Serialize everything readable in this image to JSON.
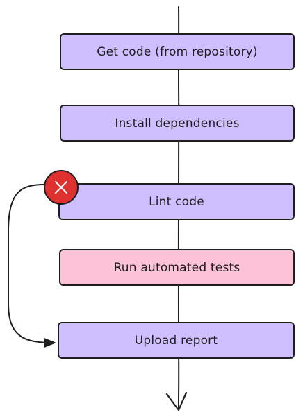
{
  "pipeline": {
    "steps": [
      {
        "label": "Get code (from repository)",
        "color": "#d0bfff"
      },
      {
        "label": "Install dependencies",
        "color": "#d0bfff"
      },
      {
        "label": "Lint code",
        "color": "#d0bfff"
      },
      {
        "label": "Run automated tests",
        "color": "#fcc2d7"
      },
      {
        "label": "Upload report",
        "color": "#d0bfff"
      }
    ],
    "error_icon": "x-icon",
    "error_color": "#e03131",
    "stroke_color": "#1e1e1e"
  }
}
